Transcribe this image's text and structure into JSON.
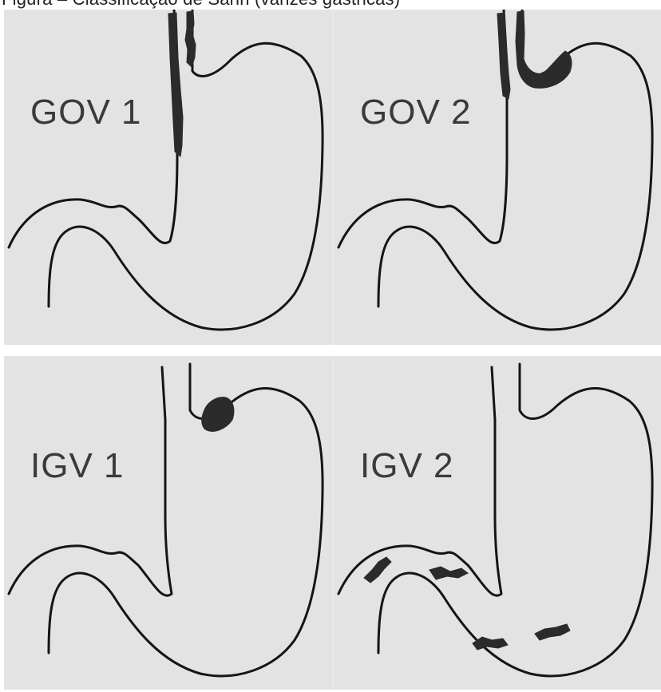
{
  "page": {
    "caption_fragment": "Figura – Classificação de Sarin (varizes gástricas)"
  },
  "panels": [
    {
      "id": "gov1",
      "label": "GOV 1"
    },
    {
      "id": "gov2",
      "label": "GOV 2"
    },
    {
      "id": "igv1",
      "label": "IGV 1"
    },
    {
      "id": "igv2",
      "label": "IGV 2"
    }
  ],
  "colors": {
    "panel_background": "#e3e3e3",
    "outline": "#151515",
    "varix": "#2b2b2b"
  }
}
